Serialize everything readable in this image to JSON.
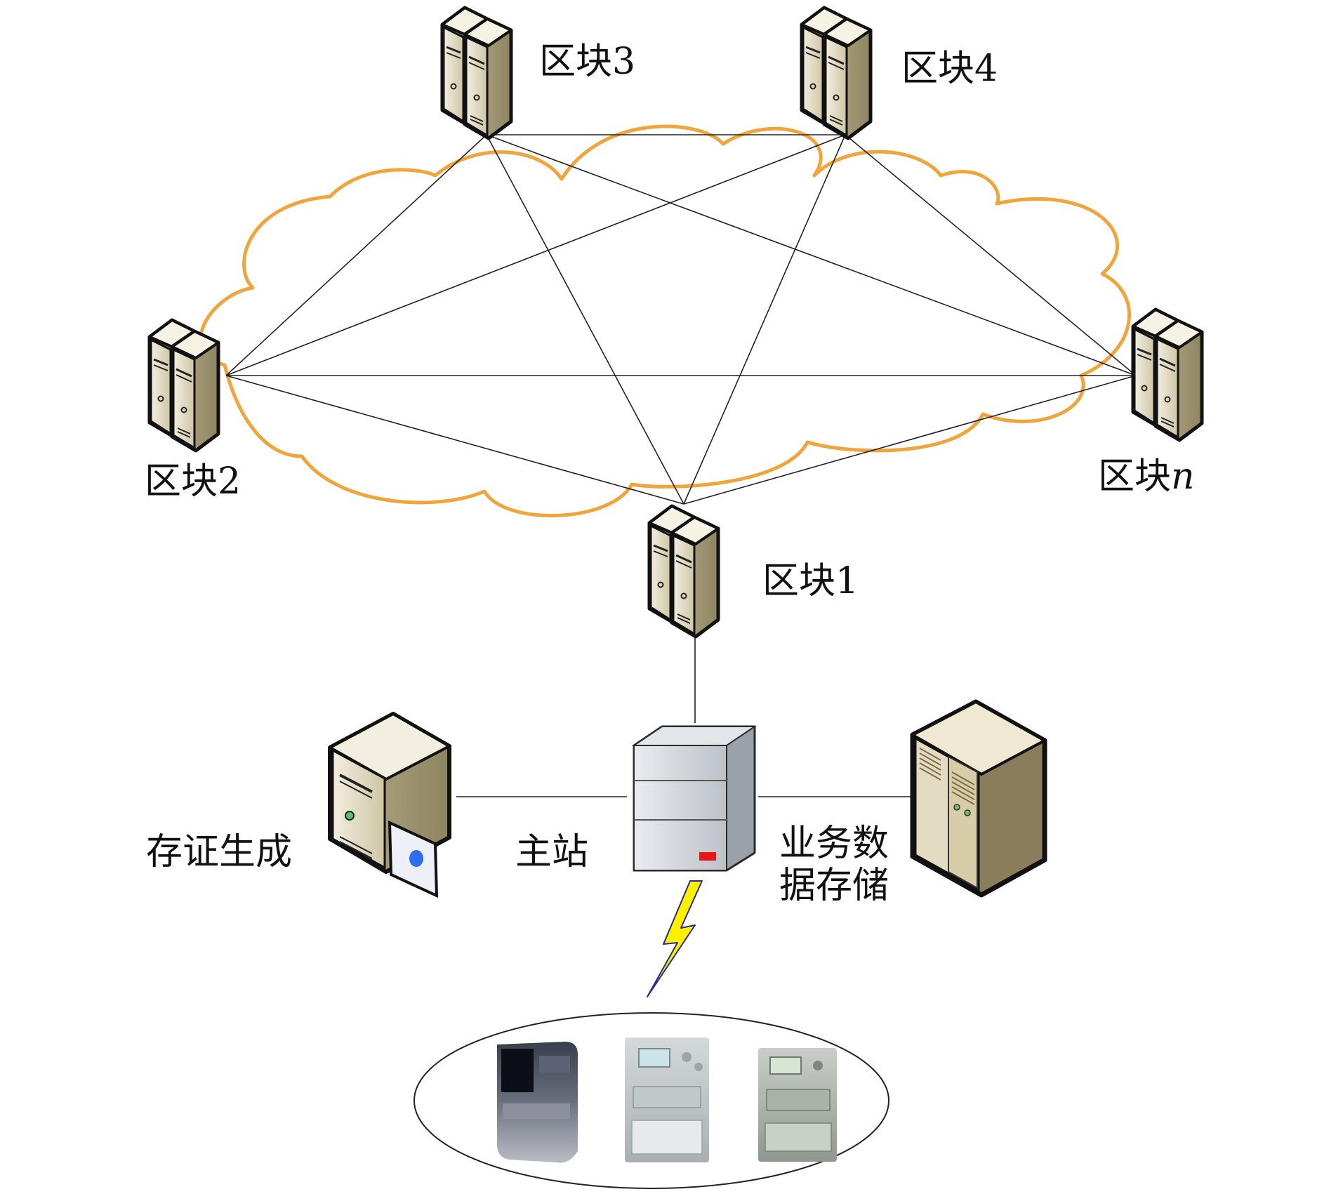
{
  "blockchain": {
    "nodes": [
      {
        "id": "b1",
        "label_prefix": "区块",
        "label_index": "1"
      },
      {
        "id": "b2",
        "label_prefix": "区块",
        "label_index": "2"
      },
      {
        "id": "b3",
        "label_prefix": "区块",
        "label_index": "3"
      },
      {
        "id": "b4",
        "label_prefix": "区块",
        "label_index": "4"
      },
      {
        "id": "bn",
        "label_prefix": "区块",
        "label_index": "n"
      }
    ],
    "cloud_color": "#F0A53C",
    "link_color": "#222222"
  },
  "main_station": {
    "label": "主站",
    "indicator_color": "#E8151B"
  },
  "evidence_generation": {
    "label": "存证生成"
  },
  "business_storage": {
    "label_line1": "业务数",
    "label_line2": "据存储"
  },
  "wireless_link": {
    "color": "#FFF000",
    "stroke_color": "#2B2B8F"
  },
  "meters": {
    "count": 3
  }
}
